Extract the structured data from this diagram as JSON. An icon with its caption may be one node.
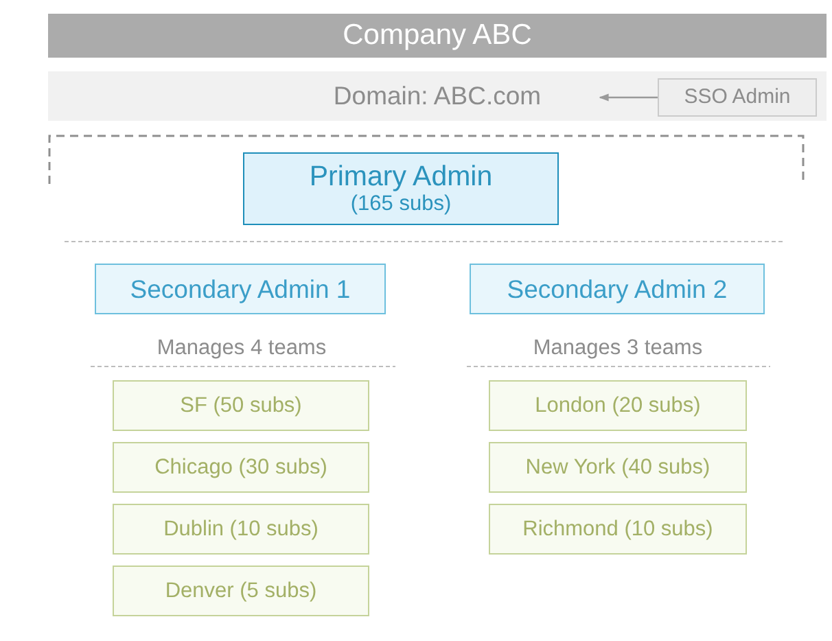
{
  "diagram": {
    "nodes": [
      {
        "text": [
          "Company ABC"
        ]
      },
      {
        "text": [
          "Domain: ABC.com"
        ]
      },
      {
        "text": [
          "SSO Admin"
        ],
        "in": 1
      },
      {
        "text": [
          "Primary Admin",
          "(165 subs)"
        ]
      },
      {
        "text": [
          "Secondary Admin 1"
        ],
        "beside": [
          "Manages 4 teams"
        ]
      },
      {
        "text": [
          "SF (50 subs)"
        ]
      },
      {
        "text": [
          "Chicago (30 subs)"
        ]
      },
      {
        "text": [
          "Dublin (10 subs)"
        ]
      },
      {
        "text": [
          "Denver (5 subs)"
        ]
      },
      {
        "text": [
          "Secondary Admin 2"
        ],
        "beside": [
          "Manages 3 teams"
        ]
      },
      {
        "text": [
          "London (20 subs)"
        ]
      },
      {
        "text": [
          "New York (40 subs)"
        ]
      },
      {
        "text": [
          "Richmond (10 subs)"
        ]
      }
    ],
    "edges": [
      {
        "from": 2,
        "to": 1,
        "arrow": "to"
      }
    ]
  }
}
